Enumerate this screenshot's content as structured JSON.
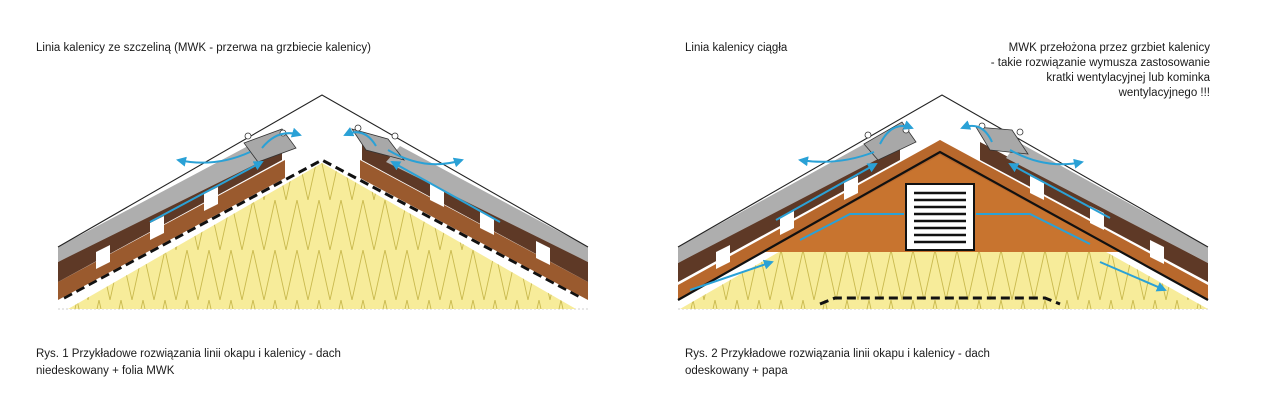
{
  "figure1": {
    "label": "Linia kalenicy ze szczeliną (MWK - przerwa na grzbiecie kalenicy)",
    "caption": [
      "Rys. 1 Przykładowe rozwiązania linii okapu i kalenicy - dach",
      "niedeskowany + folia MWK"
    ]
  },
  "figure2": {
    "label": "Linia kalenicy ciągła",
    "note": [
      "MWK przełożona przez grzbiet kalenicy",
      "- takie rozwiązanie wymusza zastosowanie",
      "kratki wentylacyjnej lub kominka",
      "wentylacyjnego !!!"
    ],
    "caption": [
      "Rys. 2 Przykładowe rozwiązania linii okapu i kalenicy - dach",
      "odeskowany + papa"
    ]
  },
  "colors": {
    "roof_gray": "#aeaeae",
    "batten_brown": "#5e3926",
    "rafter_brown": "#9a5a2e",
    "board_orange": "#c8742f",
    "insulation_yellow": "#f7ec9a",
    "airflow_blue": "#2aa1d6"
  }
}
